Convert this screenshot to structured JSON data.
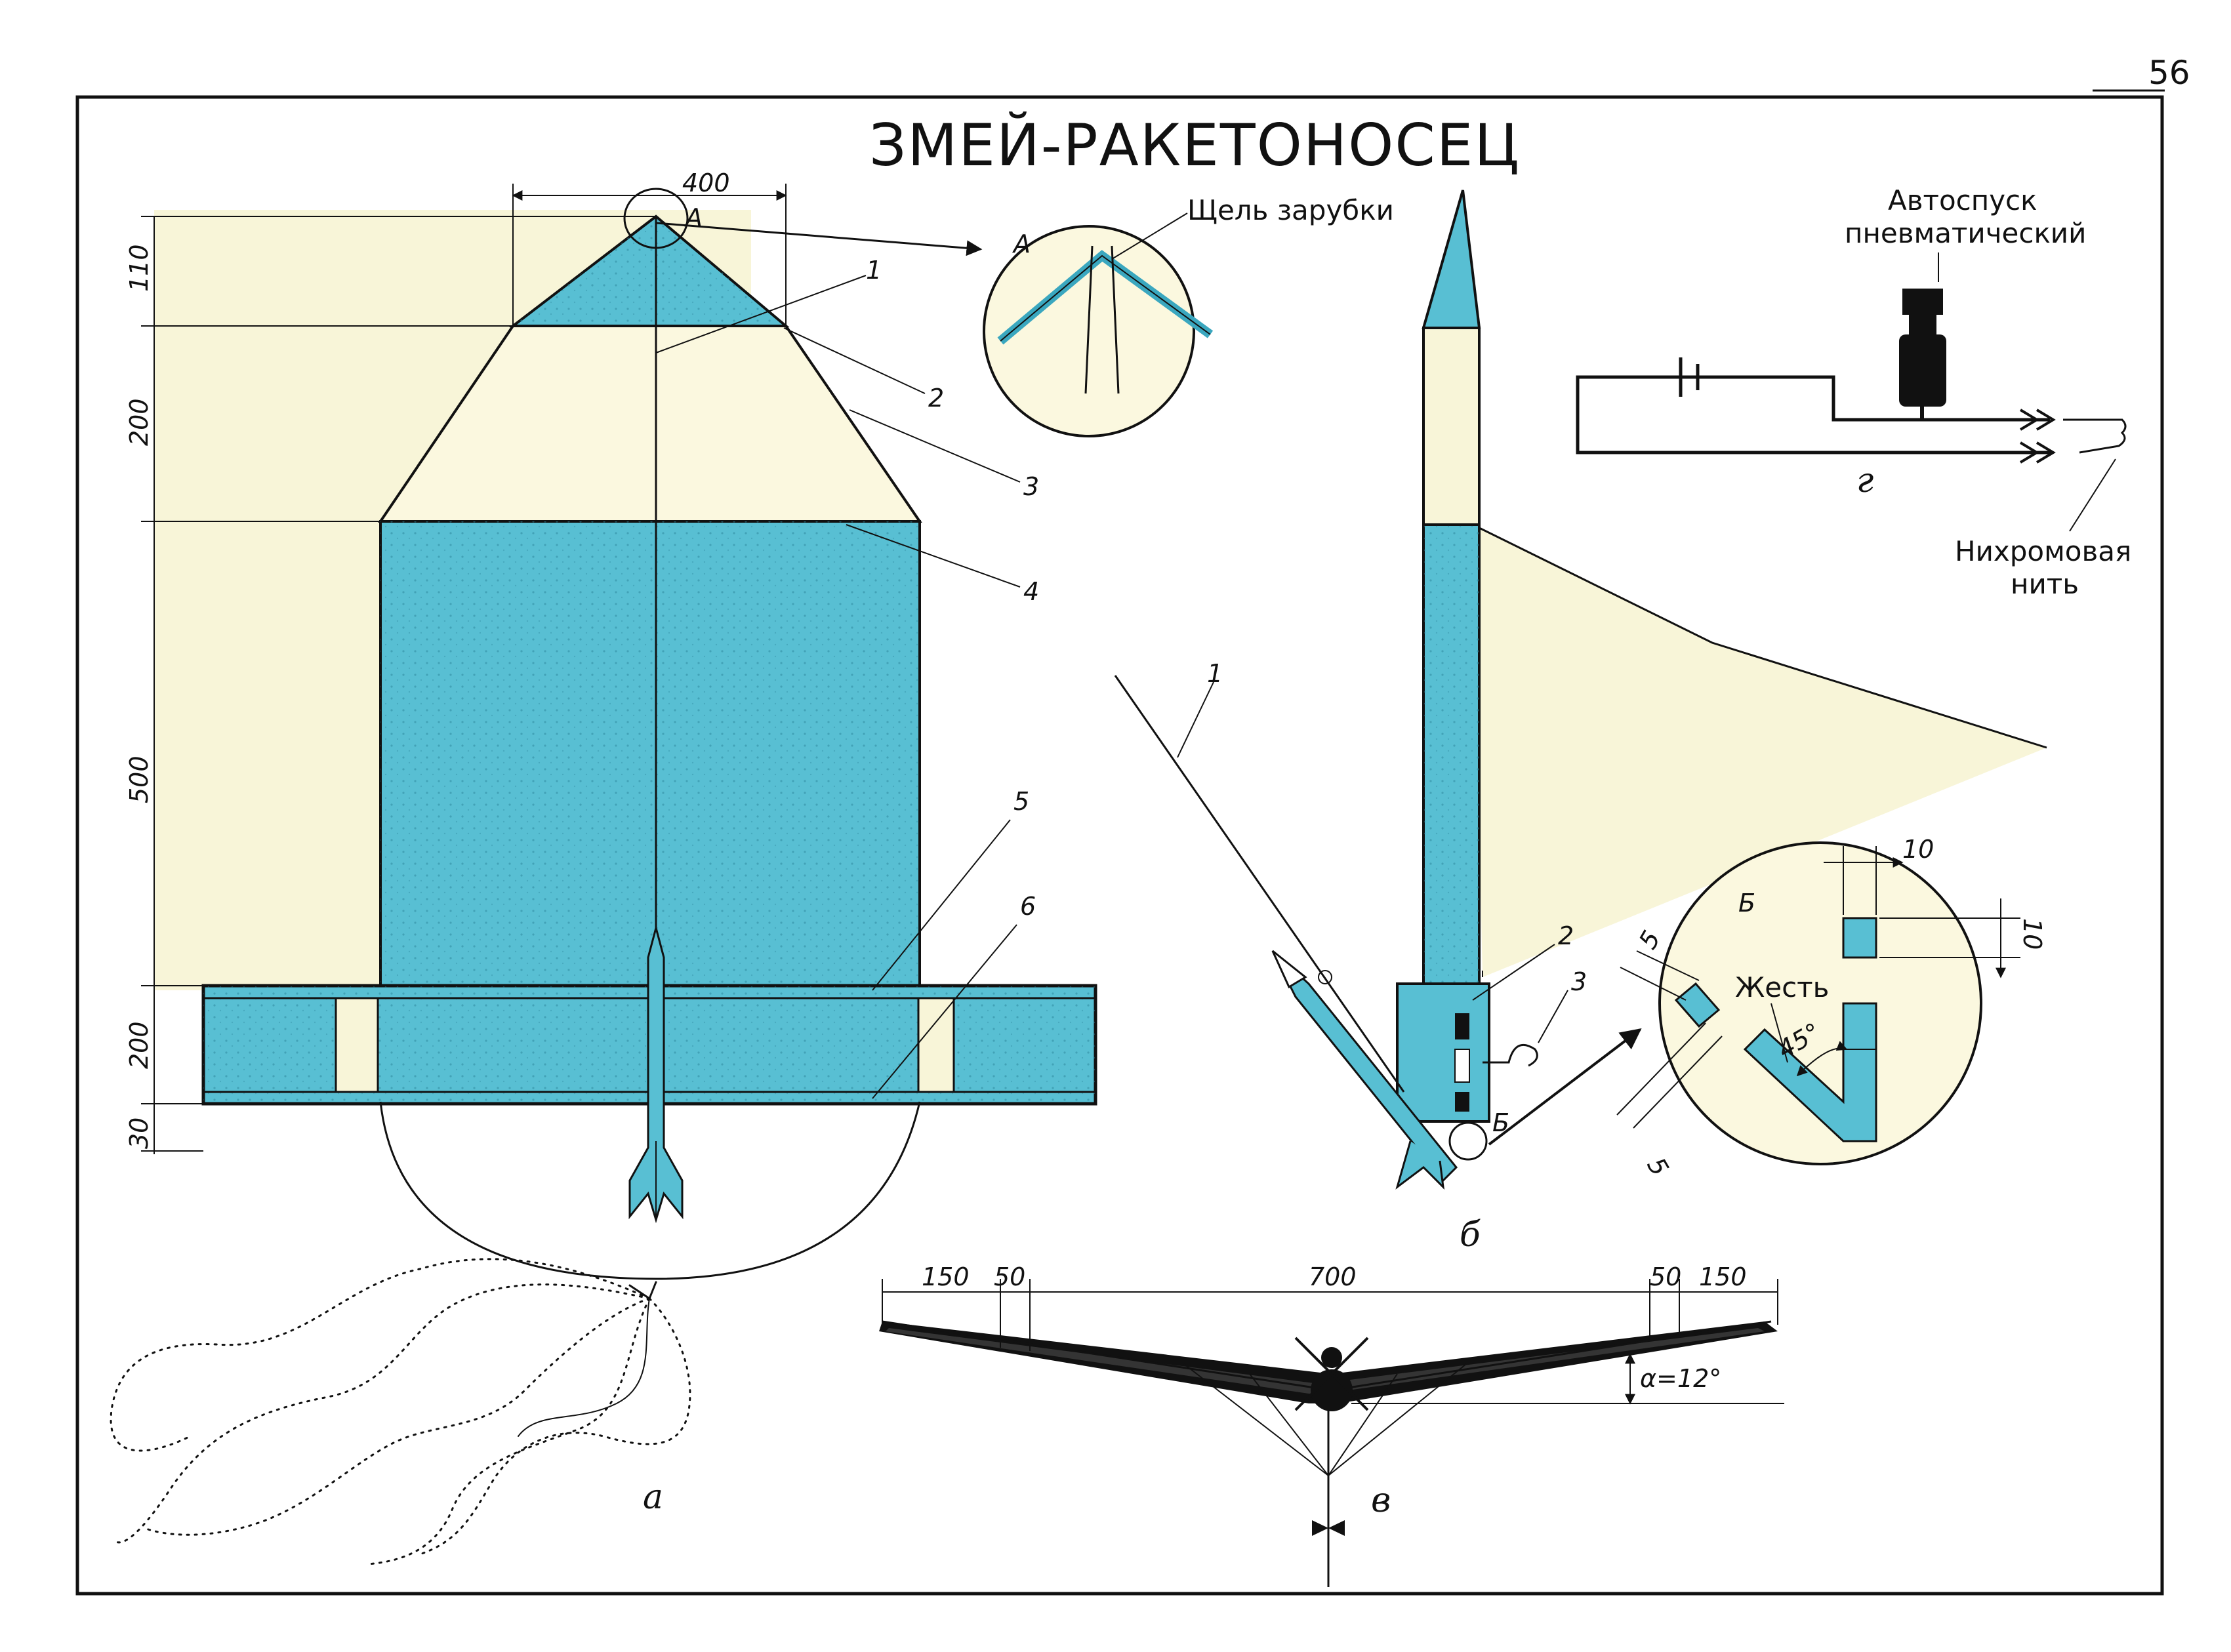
{
  "page": {
    "number": "56",
    "title": "ЗМЕЙ-РАКЕТОНОСЕЦ"
  },
  "colors": {
    "body_fill": "#58bfd3",
    "sail_fill": "#f8f5d8",
    "ink": "#111111"
  },
  "main_view": {
    "dims_vertical": [
      "110",
      "200",
      "500",
      "200",
      "30"
    ],
    "dim_top": "400",
    "detail_mark": "А",
    "part_numbers": [
      "1",
      "2",
      "3",
      "4",
      "5",
      "6"
    ]
  },
  "detail_a": {
    "label": "Щель зарубки",
    "mark": "А"
  },
  "side_view": {
    "caption": "б",
    "part_numbers": [
      "1",
      "2",
      "3"
    ],
    "detail_mark": "Б"
  },
  "detail_b": {
    "mark": "Б",
    "material_label": "Жесть",
    "angle": "45°",
    "dims": [
      "10",
      "10",
      "5",
      "5"
    ]
  },
  "circuit": {
    "caption": "г",
    "trigger_label_line1": "Автоспуск",
    "trigger_label_line2": "пневматический",
    "wire_label_line1": "Нихромовая",
    "wire_label_line2": "нить"
  },
  "front_view": {
    "caption": "в",
    "dims": [
      "150",
      "50",
      "700",
      "50",
      "150"
    ],
    "angle_label": "α=12°"
  },
  "sketch": {
    "caption": "а"
  }
}
